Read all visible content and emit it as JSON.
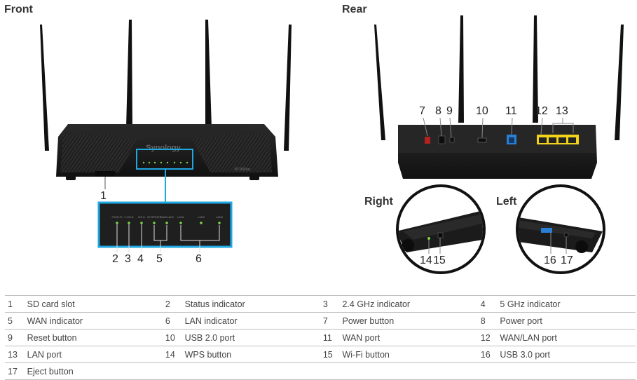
{
  "sections": {
    "front": "Front",
    "rear": "Rear",
    "right": "Right",
    "left": "Left"
  },
  "front_panel": {
    "brand": "Synology",
    "model": "RT2600ac",
    "led_labels": [
      "STATUS",
      "2.4GHz",
      "5GHz",
      "INTERNET",
      "WAN/LAN1",
      "LAN1",
      "LAN2",
      "LAN3"
    ]
  },
  "callouts": {
    "front": [
      "1",
      "2",
      "3",
      "4",
      "5",
      "6"
    ],
    "rear": [
      "7",
      "8",
      "9",
      "10",
      "11",
      "12",
      "13"
    ],
    "right": [
      "14",
      "15"
    ],
    "left": [
      "16",
      "17"
    ]
  },
  "legend": [
    [
      {
        "n": "1",
        "label": "SD card slot"
      },
      {
        "n": "2",
        "label": "Status indicator"
      },
      {
        "n": "3",
        "label": "2.4 GHz indicator"
      },
      {
        "n": "4",
        "label": "5 GHz indicator"
      }
    ],
    [
      {
        "n": "5",
        "label": "WAN indicator"
      },
      {
        "n": "6",
        "label": "LAN indicator"
      },
      {
        "n": "7",
        "label": "Power button"
      },
      {
        "n": "8",
        "label": "Power port"
      }
    ],
    [
      {
        "n": "9",
        "label": "Reset button"
      },
      {
        "n": "10",
        "label": "USB 2.0 port"
      },
      {
        "n": "11",
        "label": "WAN port"
      },
      {
        "n": "12",
        "label": "WAN/LAN port"
      }
    ],
    [
      {
        "n": "13",
        "label": "LAN port"
      },
      {
        "n": "14",
        "label": "WPS button"
      },
      {
        "n": "15",
        "label": "Wi-Fi button"
      },
      {
        "n": "16",
        "label": "USB 3.0 port"
      }
    ],
    [
      {
        "n": "17",
        "label": "Eject button"
      },
      {
        "n": "",
        "label": ""
      },
      {
        "n": "",
        "label": ""
      },
      {
        "n": "",
        "label": ""
      }
    ]
  ],
  "colors": {
    "callout_blue": "#1ea7e1",
    "led_green": "#7bd44a",
    "lan_yellow": "#f2d21b",
    "wan_blue": "#2a7fd4",
    "body": "#1b1b1b"
  }
}
